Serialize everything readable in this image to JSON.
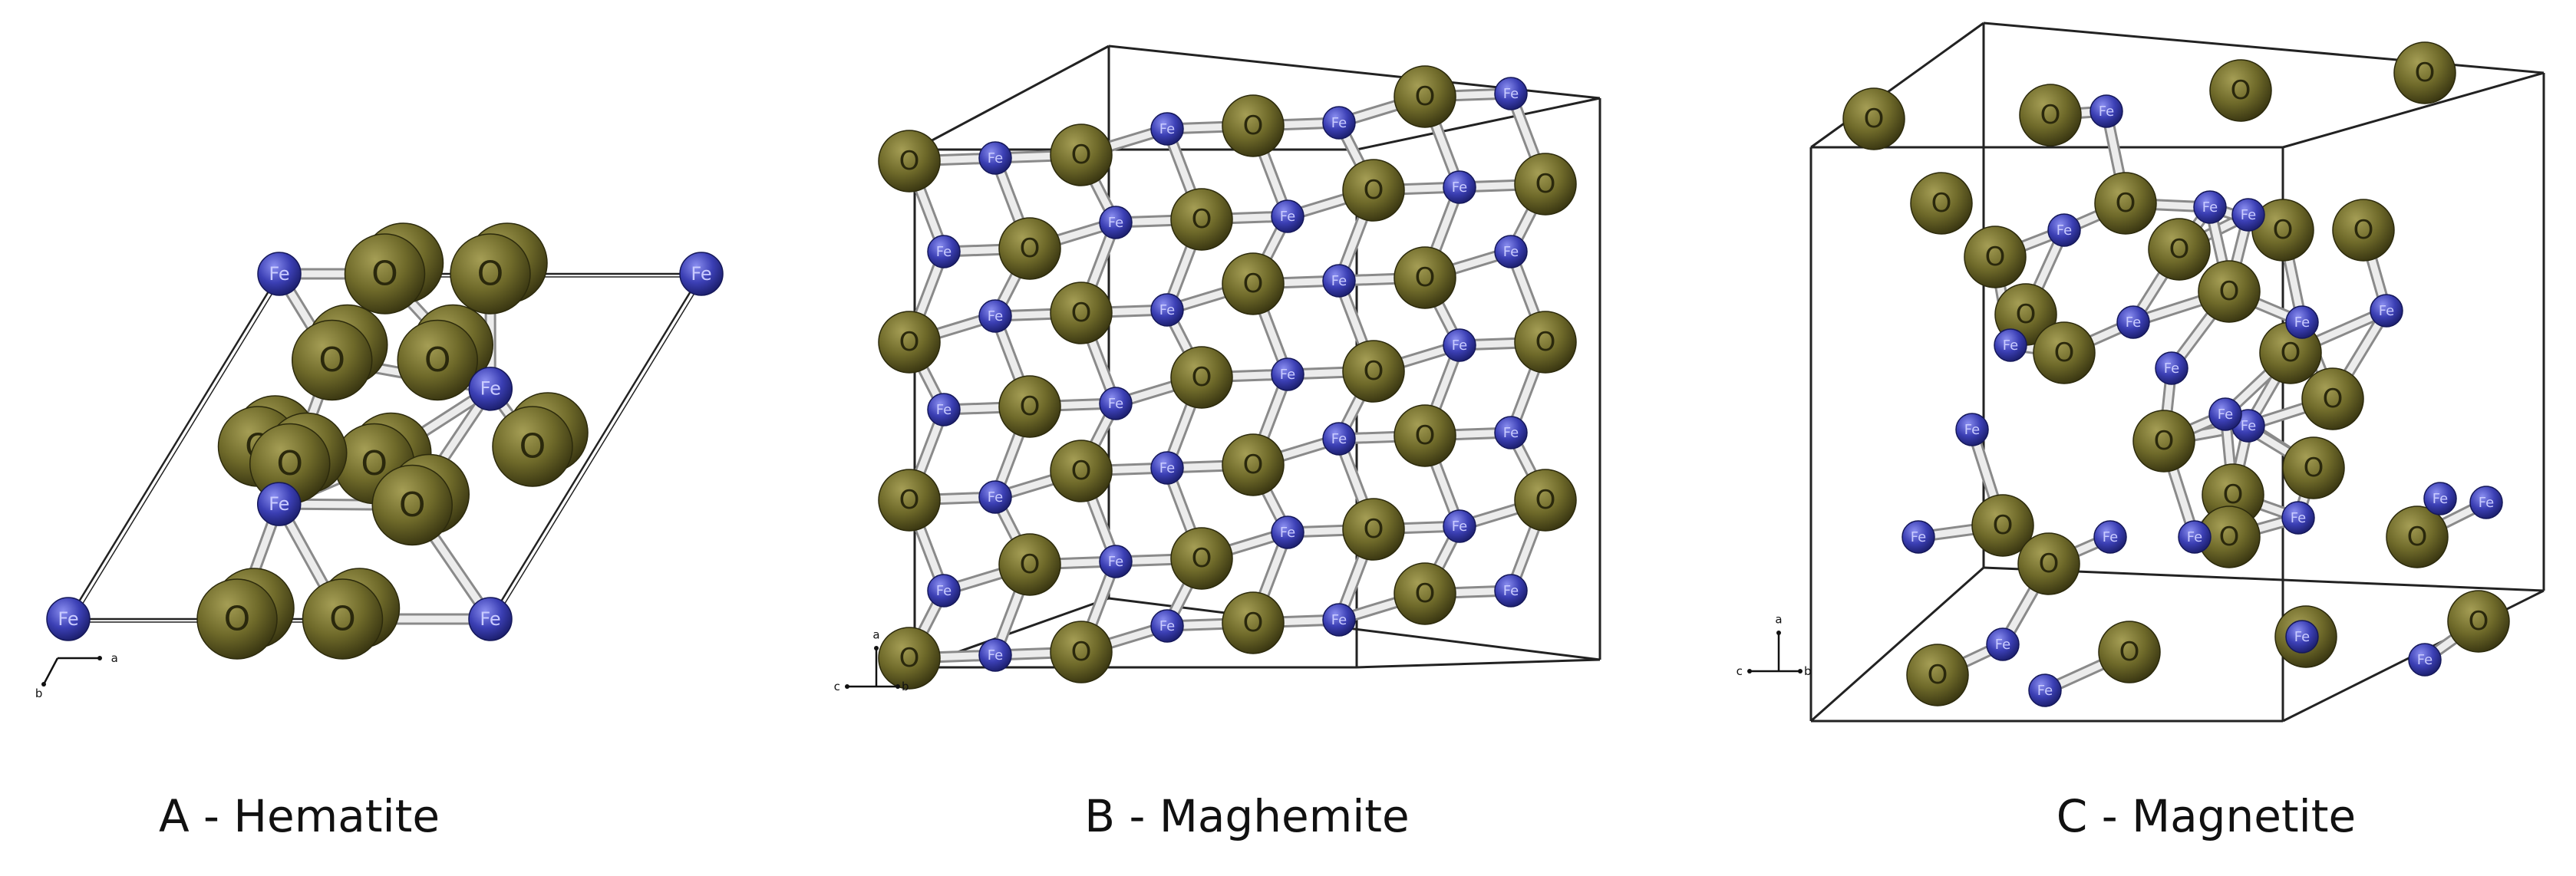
{
  "captions": {
    "a": "A - Hematite",
    "b": "B - Maghemite",
    "c": "C - Magnetite"
  },
  "atom_labels": {
    "fe": "Fe",
    "o": "O"
  },
  "axes": {
    "a": "a",
    "b": "b",
    "c": "c"
  },
  "colors": {
    "fe": "#3b3fb4",
    "o": "#6f6a2a",
    "bond": "#ececec",
    "cell_edge": "#222222"
  }
}
